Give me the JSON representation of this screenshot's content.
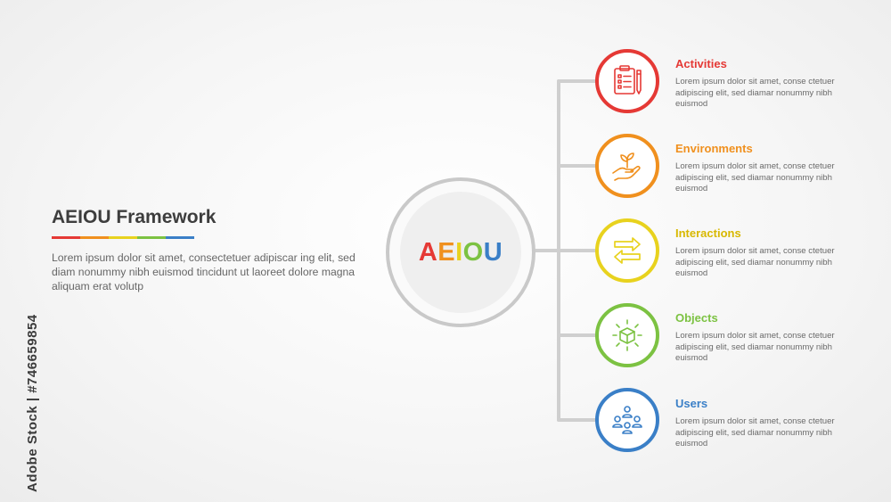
{
  "title": "AEIOU Framework",
  "description": "Lorem ipsum dolor sit amet, consectetuer adipiscar ing elit, sed diam nonummy nibh euismod tincidunt ut laoreet dolore magna aliquam erat volutp",
  "hub": {
    "letters": [
      {
        "char": "A",
        "color": "#e53935"
      },
      {
        "char": "E",
        "color": "#f0901e"
      },
      {
        "char": "I",
        "color": "#e8d21e"
      },
      {
        "char": "O",
        "color": "#7cc242"
      },
      {
        "char": "U",
        "color": "#3a7fc7"
      }
    ]
  },
  "items": [
    {
      "title": "Activities",
      "color": "#e53935",
      "icon": "clipboard-checklist-icon",
      "text": "Lorem ipsum dolor sit amet, conse ctetuer adipiscing elit, sed diamar nonummy nibh euismod"
    },
    {
      "title": "Environments",
      "color": "#f0901e",
      "icon": "hand-plant-icon",
      "text": "Lorem ipsum dolor sit amet, conse ctetuer adipiscing elit, sed diamar nonummy nibh euismod"
    },
    {
      "title": "Interactions",
      "color": "#e8d21e",
      "icon": "exchange-arrows-icon",
      "text": "Lorem ipsum dolor sit amet, conse ctetuer adipiscing elit, sed diamar nonummy nibh euismod"
    },
    {
      "title": "Objects",
      "color": "#7cc242",
      "icon": "glowing-cube-icon",
      "text": "Lorem ipsum dolor sit amet, conse ctetuer adipiscing elit, sed diamar nonummy nibh euismod"
    },
    {
      "title": "Users",
      "color": "#3a7fc7",
      "icon": "user-group-icon",
      "text": "Lorem ipsum dolor sit amet, conse ctetuer adipiscing elit, sed diamar nonummy nibh euismod"
    }
  ],
  "watermark": "Adobe Stock | #746659854"
}
